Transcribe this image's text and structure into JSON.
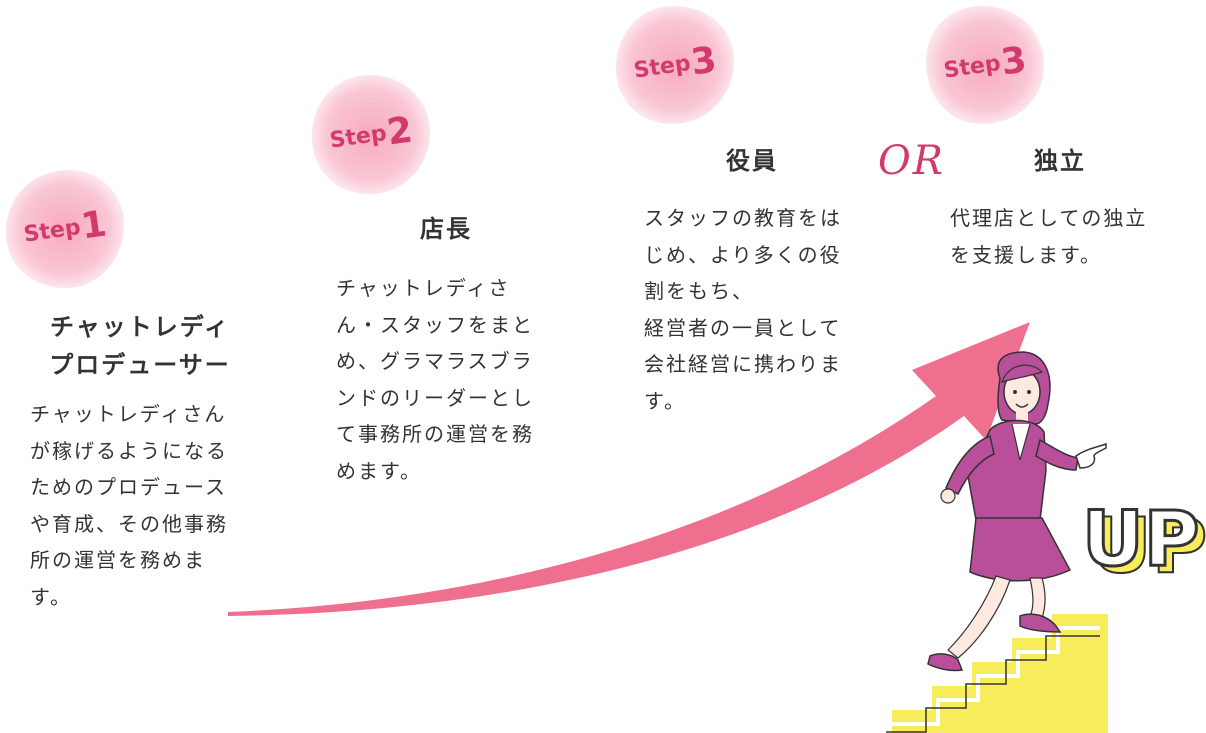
{
  "colors": {
    "accent": "#d23a6b",
    "arrow": "#ef6f8e",
    "badge": "#f9c6d3",
    "stairs": "#f7ec5a",
    "suit": "#b94f9a",
    "text": "#333333"
  },
  "steps": [
    {
      "badge_word": "Step",
      "badge_number": "1",
      "title": "チャットレディ\nプロデューサー",
      "description": "チャットレディさん\nが稼げるようになる\nためのプロデュース\nや育成、その他事務\n所の運営を務めま\nす。"
    },
    {
      "badge_word": "Step",
      "badge_number": "2",
      "title": "店長",
      "description": "チャットレディさ\nん・スタッフをまと\nめ、グラマラスブラ\nンドのリーダーとし\nて事務所の運営を務\nめます。"
    },
    {
      "badge_word": "Step",
      "badge_number": "3",
      "title": "役員",
      "description": "スタッフの教育をは\nじめ、より多くの役\n割をもち、\n経営者の一員として\n会社経営に携わりま\nす。"
    },
    {
      "badge_word": "Step",
      "badge_number": "3",
      "title": "独立",
      "description": "代理店としての独立\nを支援します。"
    }
  ],
  "or_label": "OR",
  "up_label": "UP",
  "illustration": {
    "subject": "woman-in-suit-climbing-stairs",
    "icons": [
      "pointing-hand-icon",
      "stairs-icon"
    ]
  }
}
